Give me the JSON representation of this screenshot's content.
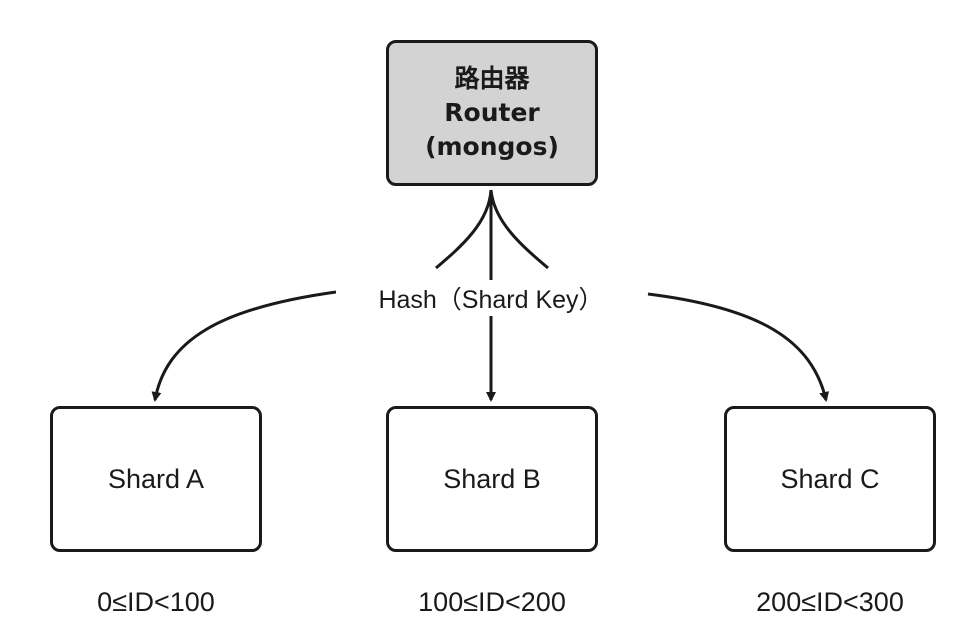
{
  "router": {
    "line1": "路由器",
    "line2": "Router",
    "line3": "(mongos)"
  },
  "edge_label": "Hash（Shard Key）",
  "shards": [
    {
      "name": "Shard A",
      "range": "0≤ID<100"
    },
    {
      "name": "Shard B",
      "range": "100≤ID<200"
    },
    {
      "name": "Shard C",
      "range": "200≤ID<300"
    }
  ],
  "colors": {
    "router_fill": "#d3d3d3",
    "stroke": "#1a1a1a",
    "shard_fill": "#ffffff"
  }
}
